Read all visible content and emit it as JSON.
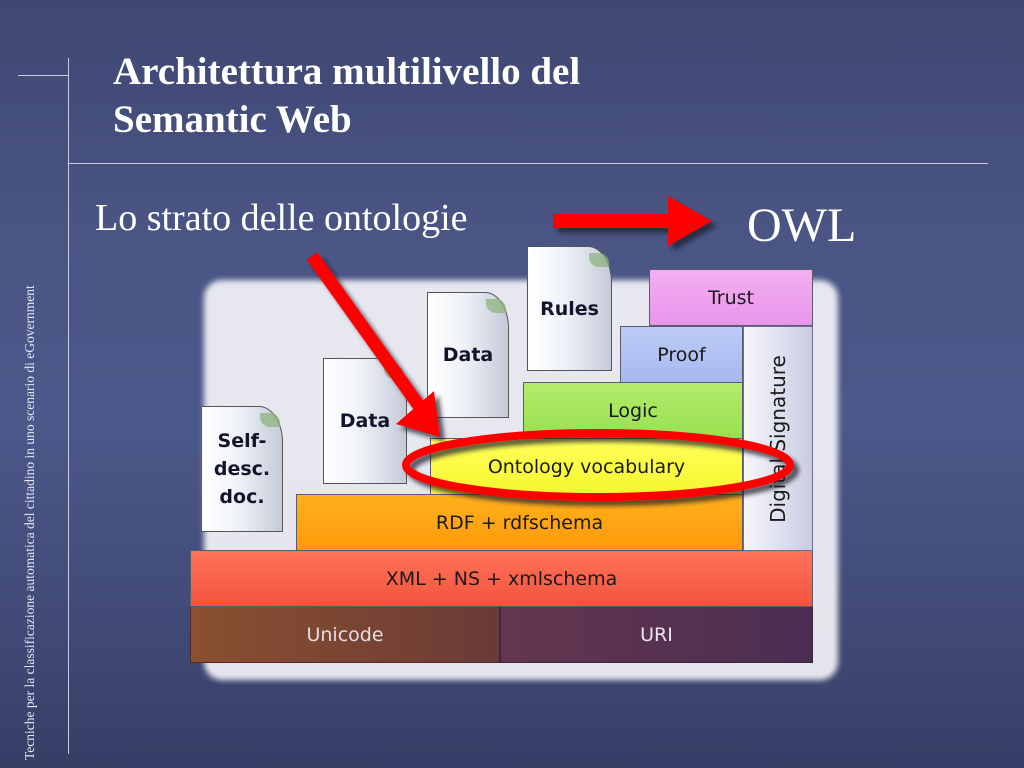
{
  "slide": {
    "title_line1": "Architettura multilivello del",
    "title_line2": "Semantic Web",
    "subtitle": "Lo strato delle ontologie",
    "owl": "OWL",
    "side_text": "Tecniche per la classificazione automatica del cittadino in uno scenario di eGovernment"
  },
  "diagram": {
    "layers": {
      "unicode": "Unicode",
      "uri": "URI",
      "xml": "XML + NS + xmlschema",
      "rdf": "RDF + rdfschema",
      "ontology": "Ontology vocabulary",
      "logic": "Logic",
      "proof": "Proof",
      "trust": "Trust",
      "digital_signature": "Digital Signature"
    },
    "documents": {
      "self_desc_line1": "Self-",
      "self_desc_line2": "desc.",
      "self_desc_line3": "doc.",
      "data1": "Data",
      "data2": "Data",
      "rules": "Rules"
    }
  },
  "colors": {
    "arrow": "#ff0000",
    "highlight_ellipse": "#ff0000",
    "ontology_layer": "#ffff40",
    "rdf_layer": "#ffa010",
    "xml_layer": "#ff6048",
    "logic_layer": "#a6e65e",
    "proof_layer": "#b0c0f2",
    "trust_layer": "#ee9eec"
  }
}
